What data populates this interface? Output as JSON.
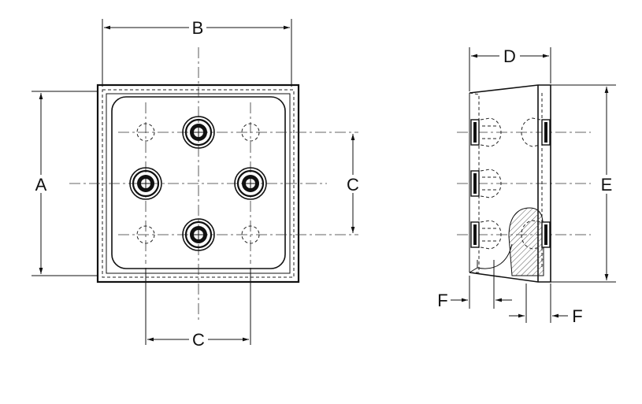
{
  "drawing": {
    "labels": {
      "A": "A",
      "B": "B",
      "C_vertical": "C",
      "C_horizontal": "C",
      "D": "D",
      "E": "E",
      "F_left": "F",
      "F_right": "F"
    },
    "colors": {
      "line": "#111111",
      "background": "#ffffff",
      "hatch": "#555555"
    }
  }
}
